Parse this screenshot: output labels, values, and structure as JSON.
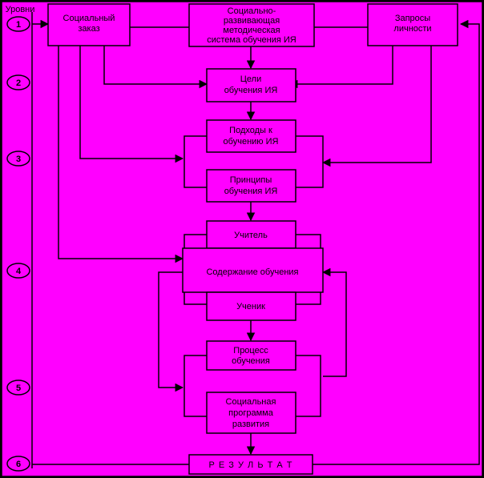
{
  "colors": {
    "fill": "#ff00ff",
    "line": "#000000",
    "background": "#000000"
  },
  "levels_title": "Уровни",
  "levels": [
    "1",
    "2",
    "3",
    "4",
    "5",
    "6"
  ],
  "boxes": {
    "social_order": [
      "Социальный",
      "заказ"
    ],
    "methodology": [
      "Социально-",
      "развивающая",
      "методическая",
      "система обучения ИЯ"
    ],
    "personal_requests": [
      "Запросы",
      "личности"
    ],
    "goals": [
      "Цели",
      "обучения ИЯ"
    ],
    "approaches": [
      "Подходы к",
      "обучению ИЯ"
    ],
    "principles": [
      "Принципы",
      "обучения ИЯ"
    ],
    "teacher": [
      "Учитель"
    ],
    "content": [
      "Содержание обучения"
    ],
    "student": [
      "Ученик"
    ],
    "learning_process": [
      "Процесс",
      "обучения"
    ],
    "social_program": [
      "Социальная",
      "программа",
      "развития"
    ],
    "result": [
      "Р Е З У Л Ь Т А Т"
    ]
  }
}
